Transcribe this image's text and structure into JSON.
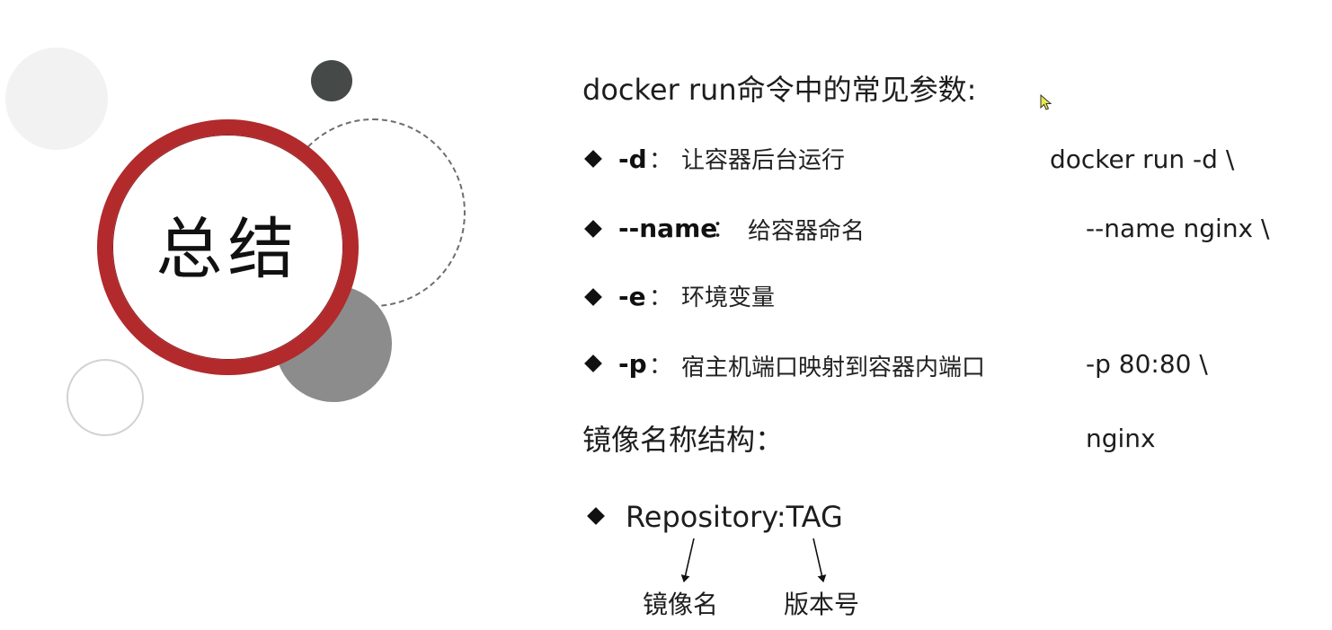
{
  "decor": {
    "title": "总结",
    "ring_color": "#b22a2c"
  },
  "params": {
    "heading": "docker run命令中的常见参数:",
    "items": [
      {
        "flag": "-d",
        "colon": "：",
        "desc": "让容器后台运行",
        "cmd": "docker run -d \\"
      },
      {
        "flag": "--name",
        "colon": "：",
        "desc": "给容器命名",
        "cmd": "--name nginx \\"
      },
      {
        "flag": "-e",
        "colon": "：",
        "desc": "环境变量",
        "cmd": ""
      },
      {
        "flag": "-p",
        "colon": "：",
        "desc": "宿主机端口映射到容器内端口",
        "cmd": "-p 80:80 \\"
      }
    ]
  },
  "image_name": {
    "heading": "镜像名称结构：",
    "cmd": "nginx",
    "repo_tag": "Repository:TAG",
    "repo_label": "镜像名",
    "tag_label": "版本号"
  },
  "cursor": {
    "icon": "pointer-cursor-icon",
    "color": "#e8e84a"
  }
}
